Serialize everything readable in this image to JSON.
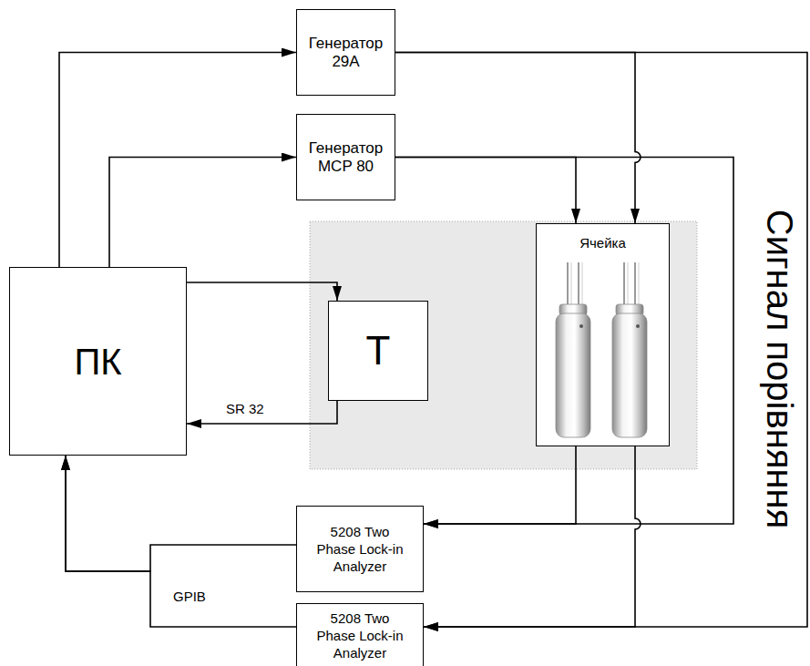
{
  "diagram": {
    "nodes": [
      {
        "text": [
          "ПК"
        ]
      },
      {
        "text": [
          "Генератор 29А"
        ]
      },
      {
        "text": [
          "Генератор MCP 80"
        ]
      },
      {
        "text": [
          "Т"
        ]
      },
      {
        "text": [
          "Ячейка"
        ]
      },
      {
        "text": [
          "5208 Two Phase Lock-in Analyzer"
        ]
      },
      {
        "text": [
          "5208 Two Phase Lock-in Analyzer"
        ]
      }
    ],
    "edges": [
      {
        "from": 0,
        "to": 1,
        "arrow": "to"
      },
      {
        "from": 0,
        "to": 2,
        "arrow": "to"
      },
      {
        "from": 0,
        "to": 3,
        "arrow": "to"
      },
      {
        "from": 3,
        "to": 0,
        "arrow": "to"
      },
      {
        "from": 1,
        "to": 4,
        "arrow": "to"
      },
      {
        "from": 1,
        "to": 6,
        "arrow": "to"
      },
      {
        "from": 2,
        "to": 4,
        "arrow": "to"
      },
      {
        "from": 2,
        "to": 5,
        "arrow": "to"
      },
      {
        "from": 4,
        "to": 5,
        "arrow": "to"
      },
      {
        "from": 4,
        "to": 6,
        "arrow": "to"
      },
      {
        "from": 5,
        "to": 0,
        "arrow": "to"
      },
      {
        "from": 6,
        "to": 0,
        "arrow": "to"
      }
    ],
    "labels": [
      "SR 32",
      "GPIB",
      "Сигнал порівняння"
    ]
  }
}
